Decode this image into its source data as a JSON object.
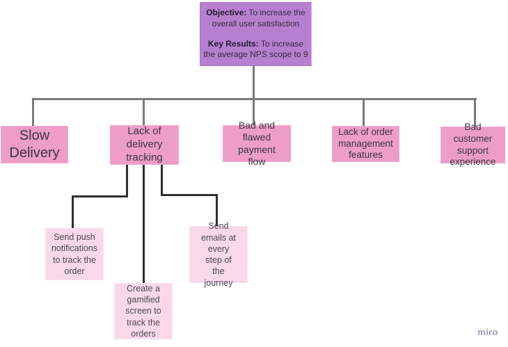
{
  "board": {
    "background": "#ffffff"
  },
  "objective_note": {
    "sections": [
      {
        "label": "Objective:",
        "text": "To increase the overall user satisfaction"
      },
      {
        "label": "Key Results:",
        "text": "To increase the average NPS scope to 9"
      }
    ]
  },
  "problem_notes": [
    {
      "label": "Slow Delivery"
    },
    {
      "label": "Lack of delivery tracking"
    },
    {
      "label": "Bad and flawed payment flow"
    },
    {
      "label": "Lack of order management features"
    },
    {
      "label": "Bad customer support experience"
    }
  ],
  "solution_notes": [
    {
      "label": "Send push notifications to track the order"
    },
    {
      "label": "Create a gamified screen to track the orders"
    },
    {
      "label": "Send emails at every step of the journey"
    }
  ],
  "watermark": {
    "label": "miro"
  },
  "colors": {
    "board-bg": "#ffffff",
    "objective-note": "#b77fd0",
    "problem-note": "#ee9dc8",
    "solution-note": "#f9d9e8",
    "connector-primary": "#7a7a7a",
    "connector-secondary": "#2e2e2e",
    "watermark-text": "#9b9db6"
  }
}
